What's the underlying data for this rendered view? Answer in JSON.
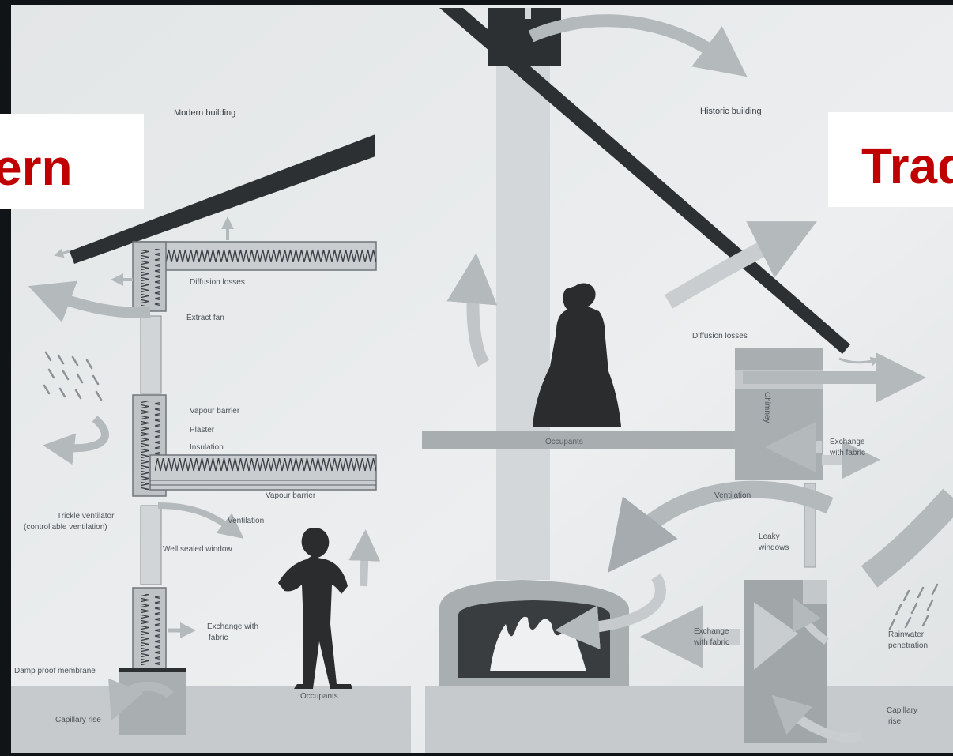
{
  "banners": {
    "left": "ern",
    "right": "Trad"
  },
  "modern": {
    "title": "Modern building",
    "labels": {
      "diffusion_loss": "Diffusion losses",
      "extract_fan": "Extract fan",
      "vapour_barrier_1": "Vapour barrier",
      "plaster": "Plaster",
      "insulation": "Insulation",
      "vapour_barrier_2": "Vapour barrier",
      "trickle_vent_1": "Trickle ventilator",
      "trickle_vent_2": "(controllable ventilation)",
      "ventilation": "Ventilation",
      "well_sealed": "Well sealed window",
      "exchange_1": "Exchange with",
      "exchange_2": "fabric",
      "dpm": "Damp proof membrane",
      "capillary": "Capillary rise",
      "occupants": "Occupants"
    }
  },
  "historic": {
    "title": "Historic building",
    "labels": {
      "diffusion_loss": "Diffusion losses",
      "chimney": "Chimney",
      "occupants": "Occupants",
      "exchange_1": "Exchange",
      "exchange_2": "with fabric",
      "ventilation": "Ventilation",
      "leaky_1": "Leaky",
      "leaky_2": "windows",
      "exchange_b1": "Exchange",
      "exchange_b2": "with fabric",
      "rain_1": "Rainwater",
      "rain_2": "penetration",
      "capillary_1": "Capillary",
      "capillary_2": "rise"
    }
  }
}
